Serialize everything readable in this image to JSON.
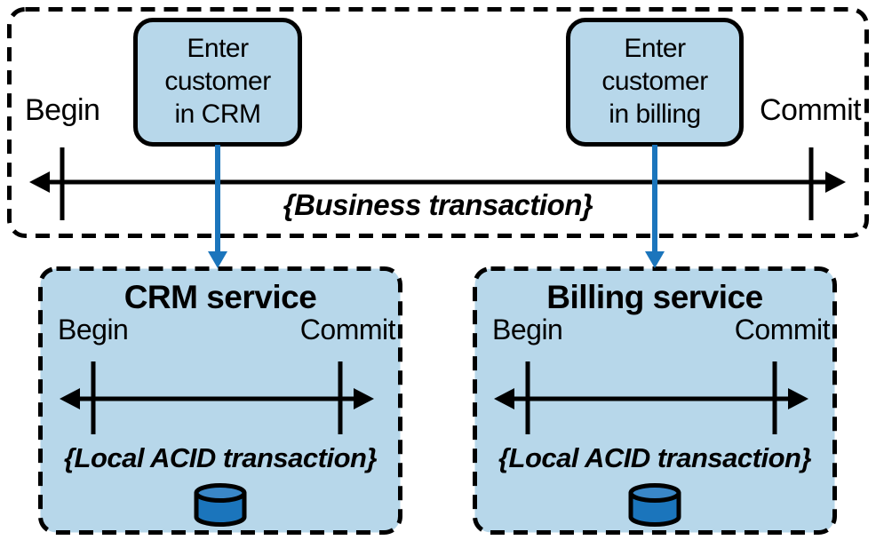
{
  "colors": {
    "accent_blue": "#1b75bc",
    "panel_fill": "#b7d7ea",
    "cylinder_top_fill": "#3a87c8",
    "line_black": "#000000"
  },
  "business_transaction": {
    "begin_label": "Begin",
    "commit_label": "Commit",
    "caption": "{Business transaction}",
    "tasks": [
      {
        "lines": [
          "Enter",
          "customer",
          "in CRM"
        ]
      },
      {
        "lines": [
          "Enter",
          "customer",
          "in billing"
        ]
      }
    ]
  },
  "services": [
    {
      "title": "CRM service",
      "begin_label": "Begin",
      "commit_label": "Commit",
      "caption": "{Local ACID transaction}",
      "icon": "database-cylinder"
    },
    {
      "title": "Billing service",
      "begin_label": "Begin",
      "commit_label": "Commit",
      "caption": "{Local ACID transaction}",
      "icon": "database-cylinder"
    }
  ]
}
